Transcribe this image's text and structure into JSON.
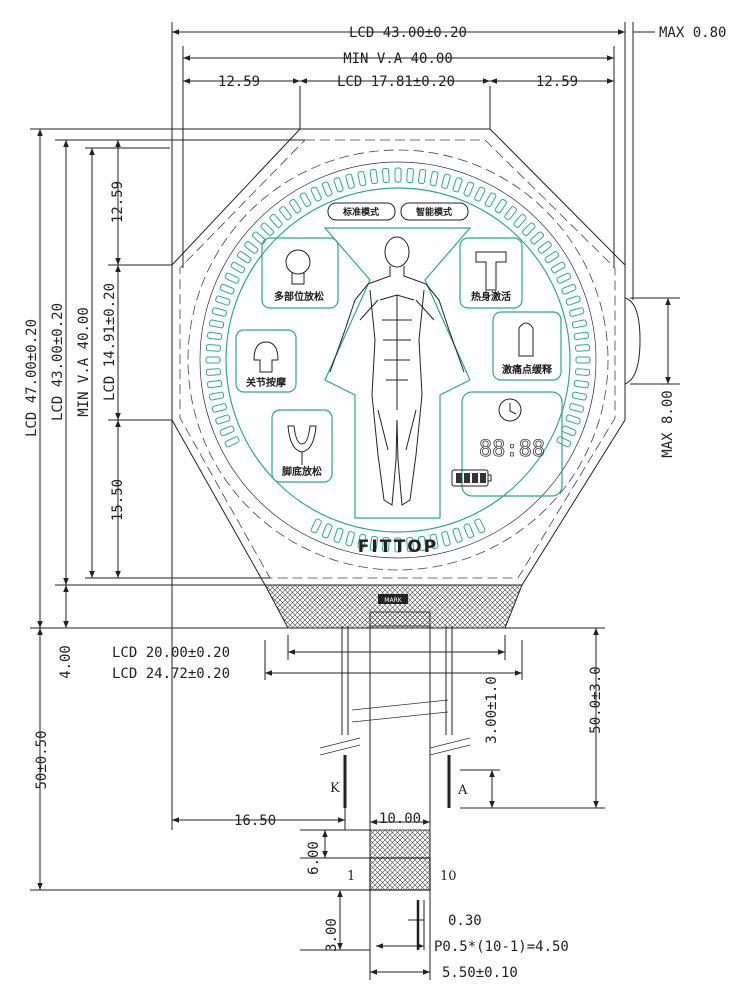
{
  "dimensions": {
    "lcd_width": "LCD  43.00±0.20",
    "max_width": "MAX  0.80",
    "min_va_width": "MIN  V.A 40.00",
    "left_chamfer": "12.59",
    "lcd_top_flat": "LCD  17.81±0.20",
    "right_chamfer": "12.59",
    "lcd_height_total": "LCD  47.00±0.20",
    "lcd_height": "LCD  43.00±0.20",
    "min_va_height": "MIN  V.A  40.00",
    "lcd_side_flat": "LCD  14.91±0.20",
    "top_chamfer_v": "12.59",
    "bottom_chamfer_v": "15.50",
    "max_thickness": "MAX  8.00",
    "tail_step": "4.00",
    "lcd_bottom_20": "LCD  20.00±0.20",
    "lcd_bottom_2472": "LCD  24.72±0.20",
    "fpc_length": "50±0.50",
    "lead_length": "50.0±3.0",
    "lead_tol": "3.00±1.0",
    "lead_offset": "16.50",
    "fpc_width": "10.00",
    "stiffener": "6.00",
    "contact_len": "3.00",
    "pin_width": "0.30",
    "pitch": "P0.5*(10-1)=4.50",
    "contact_span": "5.50±0.10"
  },
  "pins": {
    "k": "K",
    "a": "A",
    "first": "1",
    "last": "10"
  },
  "display": {
    "mode_standard": "标准模式",
    "mode_smart": "智能模式",
    "multi_part": "多部位放松",
    "warm_up": "热身激活",
    "joint": "关节按摩",
    "pain_relief": "激痛点缓释",
    "foot": "脚底放松",
    "time": "88:88",
    "brand": "FITTOP",
    "fpc_label": "MARK"
  },
  "colors": {
    "segment_outline": "#2fa88a",
    "line": "#222222",
    "hatch": "#555555"
  }
}
